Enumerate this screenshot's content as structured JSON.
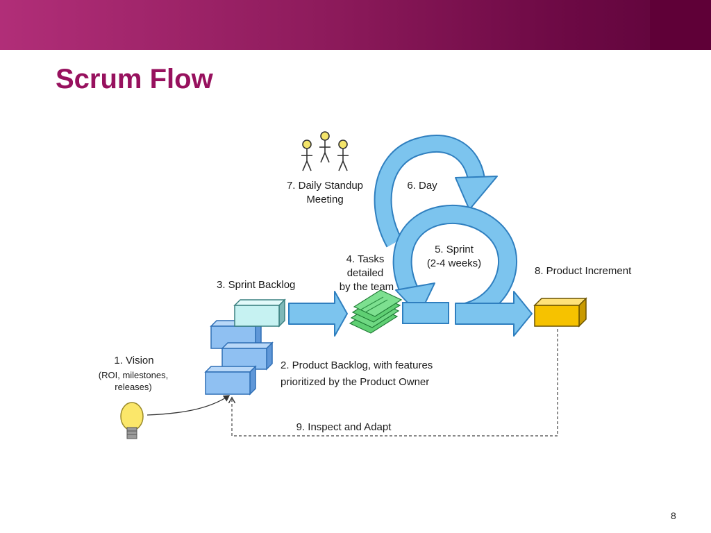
{
  "slide": {
    "title": "Scrum Flow",
    "page_number": "8"
  },
  "diagram": {
    "vision": {
      "title": "1. Vision",
      "line1": "(ROI, milestones,",
      "line2": "releases)"
    },
    "product_backlog": {
      "line1": "2. Product Backlog, with features",
      "line2": "prioritized by the Product Owner"
    },
    "sprint_backlog": "3. Sprint Backlog",
    "tasks": {
      "line1": "4. Tasks",
      "line2": "detailed",
      "line3": "by the team"
    },
    "sprint": {
      "line1": "5. Sprint",
      "line2": "(2-4 weeks)"
    },
    "day": "6. Day",
    "standup": {
      "line1": "7. Daily Standup",
      "line2": "Meeting"
    },
    "increment": "8. Product Increment",
    "inspect": "9. Inspect and Adapt"
  },
  "colors": {
    "arrow_fill": "#7cc4ee",
    "arrow_stroke": "#2f7fbf",
    "backlog_fill": "#8fc0f2",
    "sprint_backlog_fill": "#c6f2f2",
    "task_fill": "#5fcf73",
    "increment_fill": "#f6c200",
    "title": "#97115e"
  }
}
